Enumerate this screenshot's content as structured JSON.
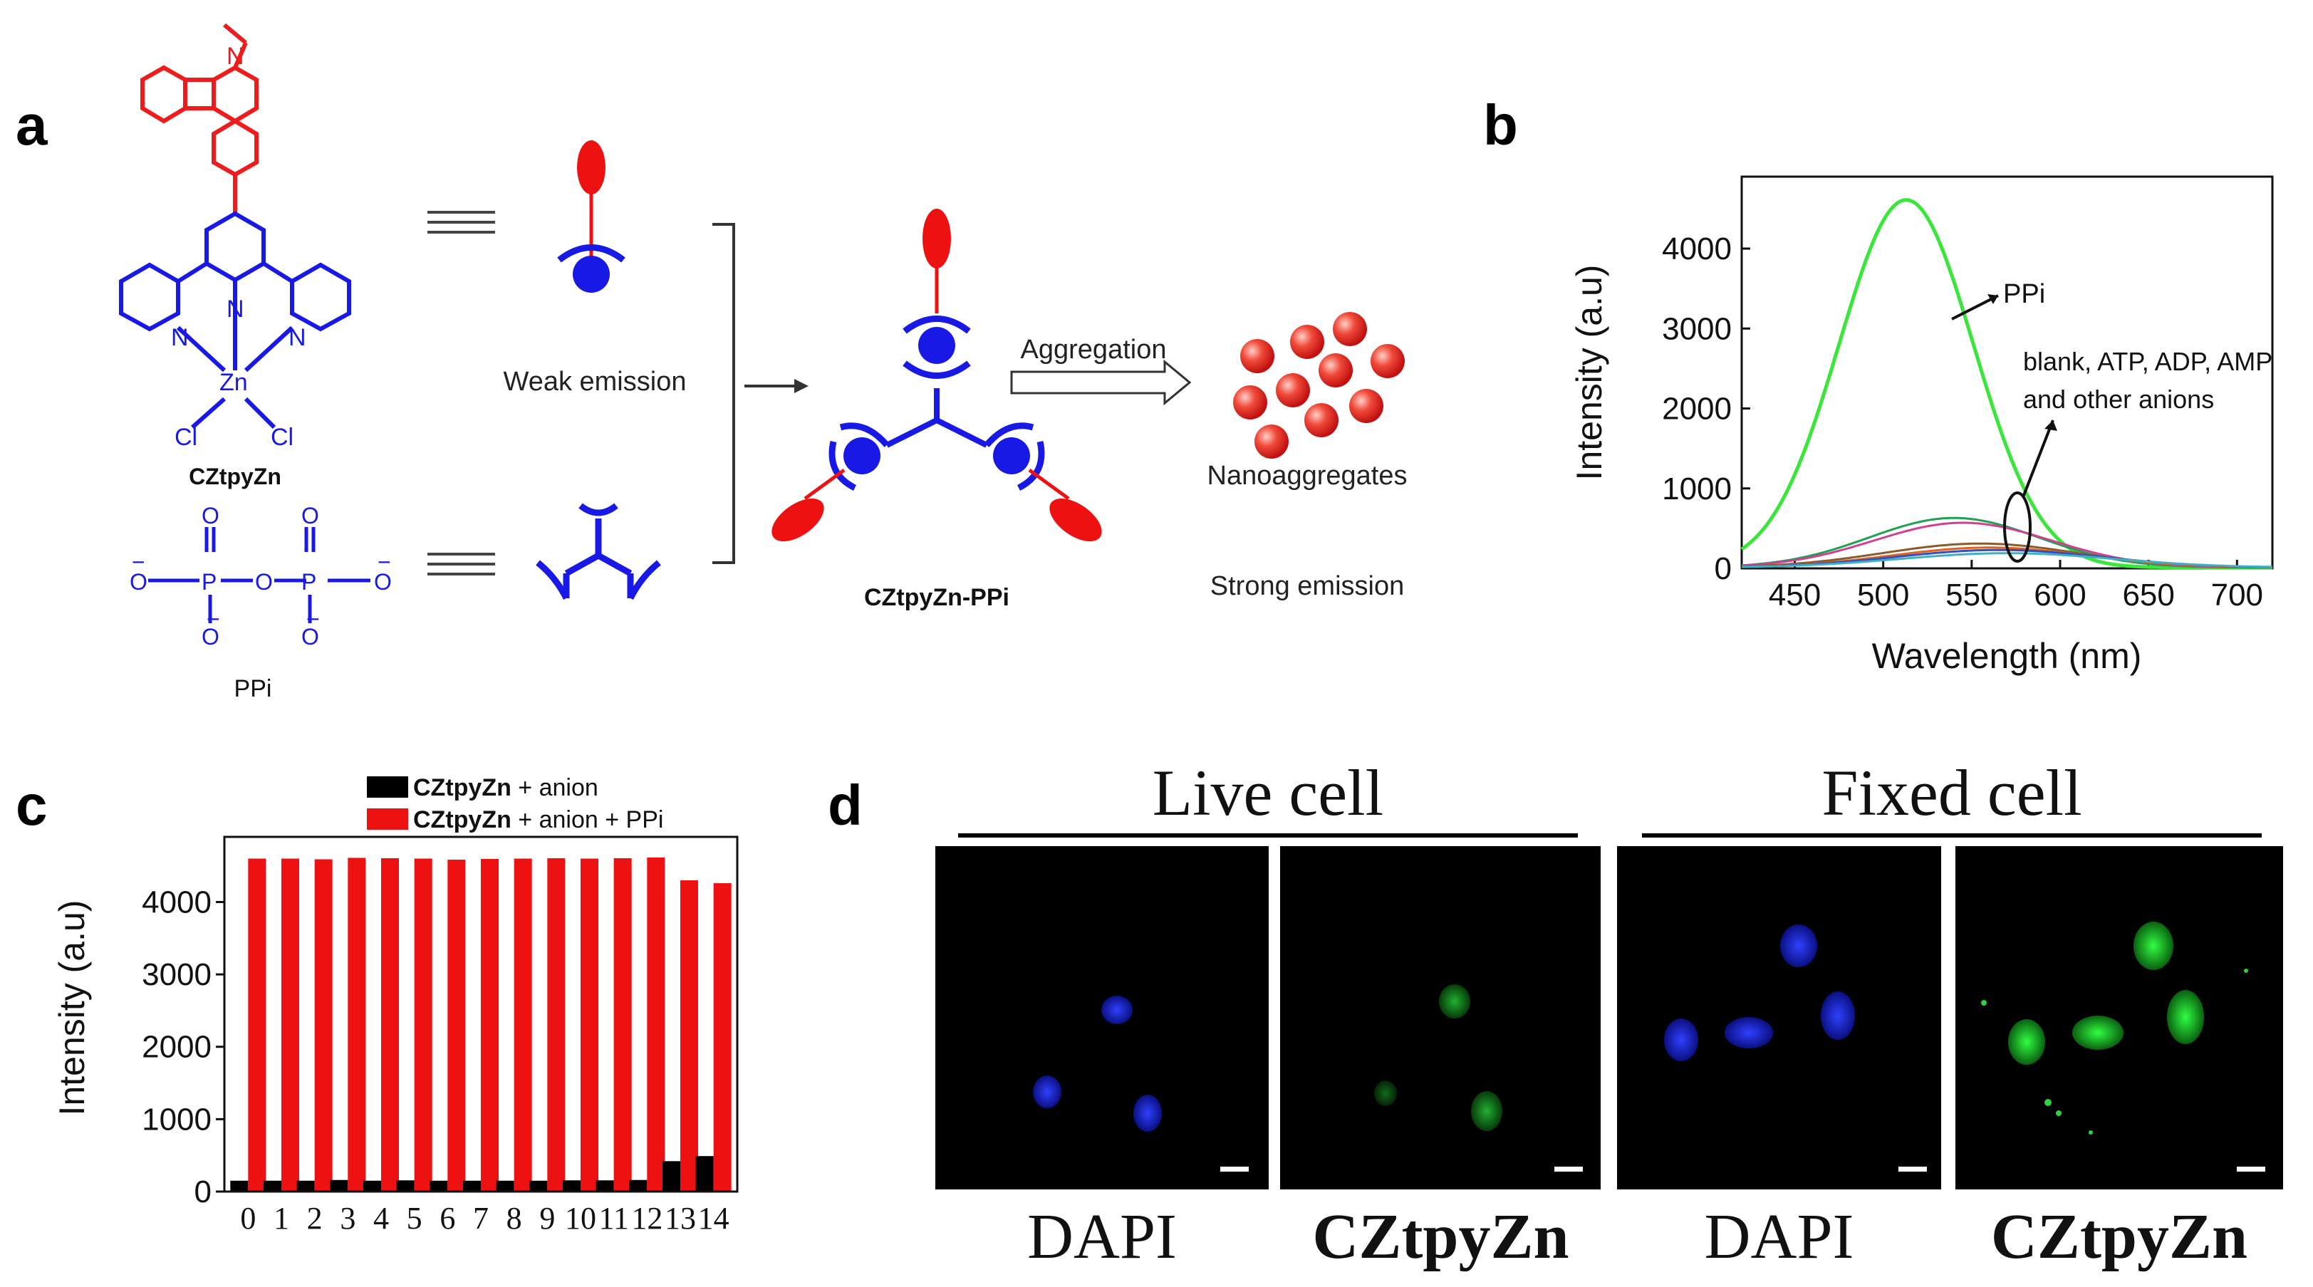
{
  "panels": {
    "a": "a",
    "b": "b",
    "c": "c",
    "d": "d"
  },
  "scheme": {
    "compound_name": "CZtpyZn",
    "ppi_name": "PPi",
    "atoms": {
      "N": "N",
      "Zn": "Zn",
      "Cl": "Cl",
      "P": "P",
      "O": "O",
      "minus": "−"
    },
    "weak_emission": "Weak emission",
    "complex_name": "CZtpyZn-PPi",
    "aggregation": "Aggregation",
    "nanoaggregates": "Nanoaggregates",
    "strong_emission": "Strong emission"
  },
  "colors": {
    "red": "#ee1c1c",
    "blue": "#1919e6",
    "green": "#39e639",
    "bar_red": "#ee1111",
    "bar_black": "#000000"
  },
  "chart_data": [
    {
      "panel": "b",
      "type": "line",
      "xlabel": "Wavelength (nm)",
      "ylabel": "Intensity (a.u)",
      "xlim": [
        420,
        720
      ],
      "ylim": [
        0,
        4900
      ],
      "xticks": [
        "450",
        "500",
        "550",
        "600",
        "650",
        "700"
      ],
      "yticks": [
        "0",
        "1000",
        "2000",
        "3000",
        "4000"
      ],
      "annotations": {
        "ppi": "PPi",
        "others_line1": "blank, ATP, ADP, AMP",
        "others_line2": "and other anions"
      },
      "series": [
        {
          "color": "#39e639",
          "peak": 513,
          "amp": 4600,
          "width": 38
        },
        {
          "color": "#20a050",
          "peak": 540,
          "amp": 620,
          "width": 48
        },
        {
          "color": "#d04090",
          "peak": 545,
          "amp": 560,
          "width": 50
        },
        {
          "color": "#8a5a2a",
          "peak": 555,
          "amp": 300,
          "width": 55
        },
        {
          "color": "#e06020",
          "peak": 560,
          "amp": 250,
          "width": 55
        },
        {
          "color": "#3050c0",
          "peak": 565,
          "amp": 220,
          "width": 58
        },
        {
          "color": "#40b0c0",
          "peak": 570,
          "amp": 180,
          "width": 60
        }
      ]
    },
    {
      "panel": "c",
      "type": "bar",
      "ylabel": "Intensity (a.u)",
      "ylim": [
        0,
        4900
      ],
      "yticks": [
        "0",
        "1000",
        "2000",
        "3000",
        "4000"
      ],
      "categories": [
        "0",
        "1",
        "2",
        "3",
        "4",
        "5",
        "6",
        "7",
        "8",
        "9",
        "10",
        "11",
        "12",
        "13",
        "14"
      ],
      "legend": {
        "name": "CZtpyZn",
        "suffix_1": " + anion",
        "suffix_2": " + anion + PPi"
      },
      "series": [
        {
          "color": "#000000",
          "values": [
            150,
            150,
            150,
            160,
            150,
            155,
            150,
            150,
            150,
            150,
            155,
            155,
            160,
            420,
            490
          ]
        },
        {
          "color": "#ee1111",
          "values": [
            4600,
            4600,
            4590,
            4610,
            4605,
            4600,
            4585,
            4595,
            4600,
            4605,
            4600,
            4605,
            4615,
            4300,
            4260
          ]
        }
      ]
    }
  ],
  "micrographs": {
    "live_header": "Live cell",
    "fixed_header": "Fixed cell",
    "labels": [
      "DAPI",
      "CZtpyZn",
      "DAPI",
      "CZtpyZn"
    ]
  }
}
